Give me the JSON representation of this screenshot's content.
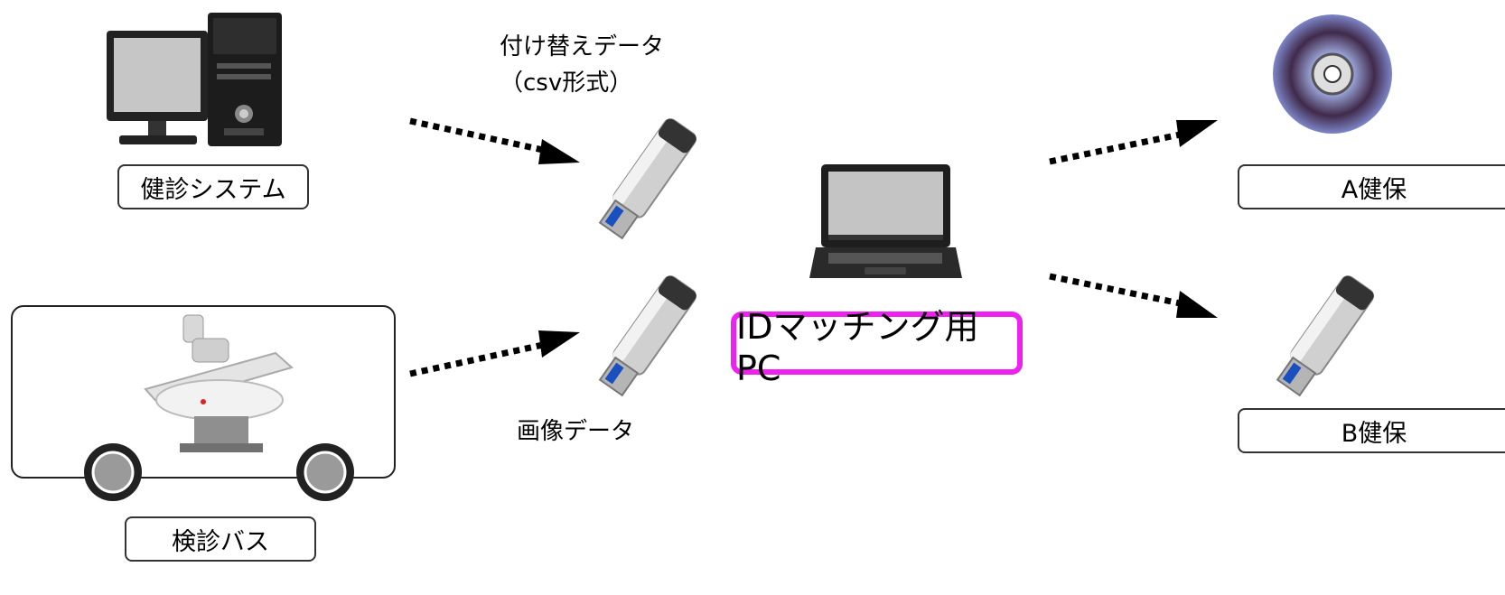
{
  "sources": {
    "health_system": "健診システム",
    "screening_bus": "検診バス"
  },
  "transfer_data": {
    "replacement_line1": "付け替えデータ",
    "replacement_line2": "（csv形式）",
    "image_data": "画像データ"
  },
  "matching_pc": {
    "label": "IDマッチング用PC",
    "border_color": "#ee22ee"
  },
  "destinations": {
    "a_insurer": "A健保",
    "b_insurer": "B健保"
  },
  "icons": [
    "desktop-computer-icon",
    "usb-drive-icon",
    "laptop-icon",
    "cd-disc-icon",
    "xray-machine-icon",
    "bus-wheel-icon",
    "dotted-arrow-icon"
  ]
}
